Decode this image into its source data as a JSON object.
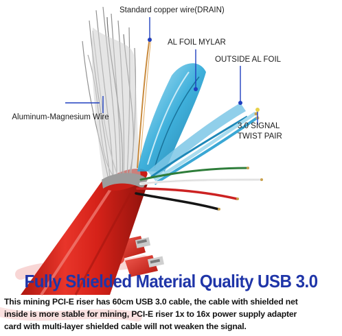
{
  "callouts": {
    "copper_wire": "Standard copper wire(DRAIN)",
    "al_foil_mylar": "AL FOIL MYLAR",
    "outside_al_foil": "OUTSIDE AL FOIL",
    "aluminum_magnesium_wire": "Aluminum-Magnesium Wire",
    "signal_twist_pair": "3.0 SIGNAL TWIST PAIR"
  },
  "headline": "Fully Shielded Material Quality USB 3.0",
  "description": {
    "lines": [
      "This mining PCI-E riser has 60cm USB 3.0 cable, the cable with shielded net",
      "inside is more stable for mining, PCI-E riser 1x to 16x power supply adapter",
      "card with multi-layer shielded cable will not weaken the signal."
    ]
  },
  "colors": {
    "jacket": "#d8241c",
    "jacket_shadow": "#a3150f",
    "foil_blue": "#2aa8d8",
    "braid": "#9a9a9a",
    "headline": "#1f35a8",
    "callout_line": "#1f3fbf"
  }
}
